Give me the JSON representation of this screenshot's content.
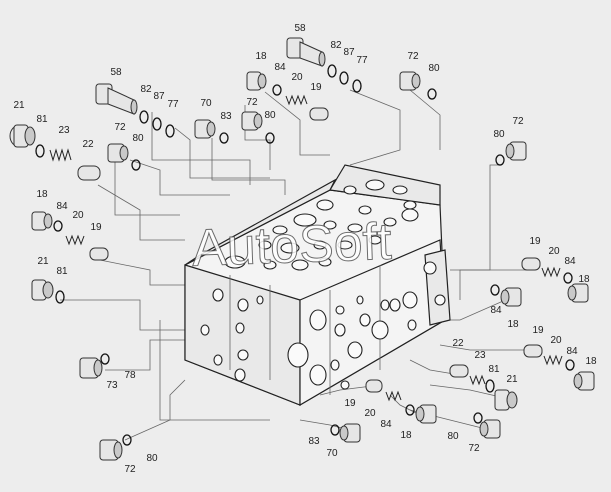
{
  "watermark": "AutoSoft",
  "part_labels": [
    "58",
    "18",
    "82",
    "87",
    "77",
    "72",
    "80",
    "84",
    "20",
    "19",
    "58",
    "82",
    "87",
    "77",
    "70",
    "72",
    "83",
    "80",
    "21",
    "81",
    "23",
    "22",
    "72",
    "80",
    "80",
    "72",
    "18",
    "84",
    "20",
    "19",
    "21",
    "81",
    "19",
    "20",
    "84",
    "18",
    "84",
    "18",
    "22",
    "23",
    "81",
    "21",
    "19",
    "20",
    "84",
    "18",
    "73",
    "78",
    "19",
    "20",
    "84",
    "18",
    "83",
    "70",
    "80",
    "72",
    "72",
    "80"
  ]
}
